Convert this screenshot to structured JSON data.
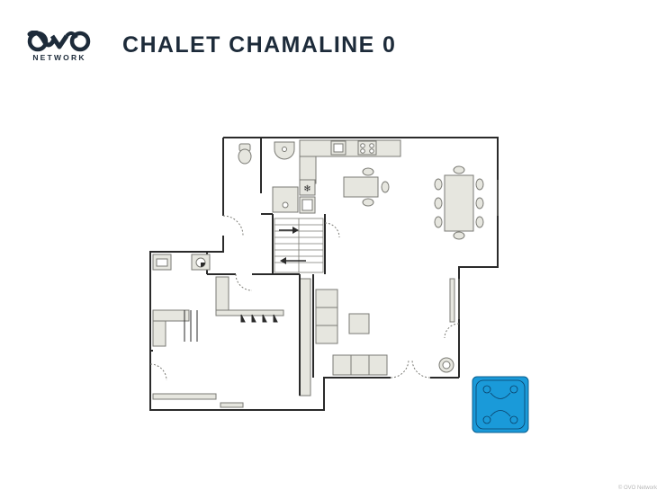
{
  "brand": {
    "logo_text": "NETWORK",
    "logo_icon": "ovo-logo-icon"
  },
  "page": {
    "title": "CHALET CHAMALINE 0"
  },
  "footer": {
    "copyright": "© OVO Network"
  },
  "colors": {
    "wall": "#2a2a2a",
    "furniture_fill": "#e6e6df",
    "furniture_stroke": "#7a7a74",
    "hot_tub": "#1a9ad9",
    "title": "#1d2b3a"
  }
}
